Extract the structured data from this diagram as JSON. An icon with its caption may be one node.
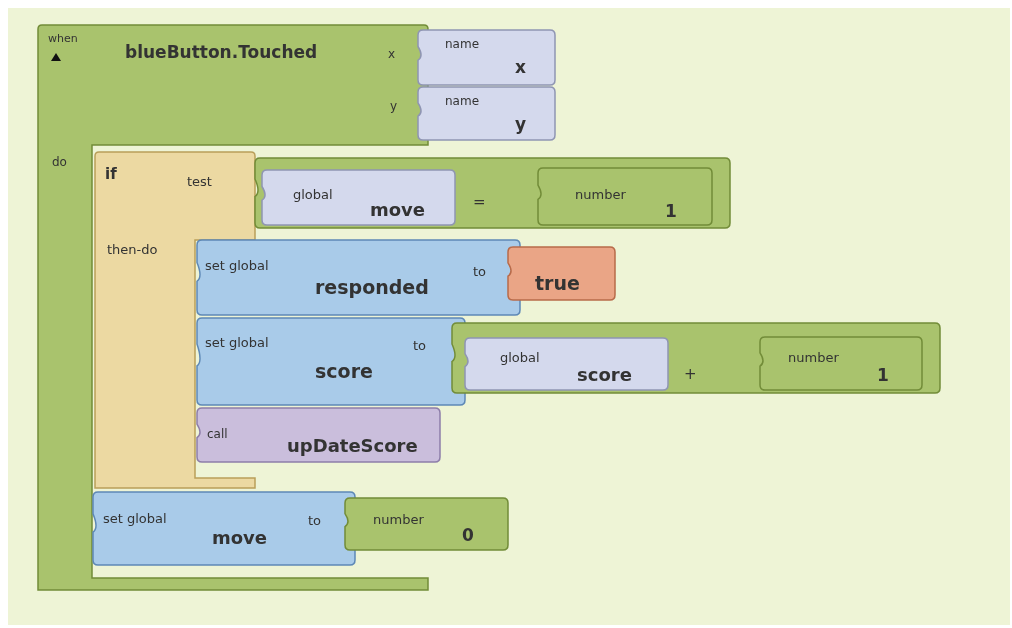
{
  "diagram": {
    "nodes": [
      {
        "text": [
          "when",
          "blueButton.Touched",
          "x",
          "y",
          "do"
        ]
      },
      {
        "text": [
          "name",
          "x"
        ]
      },
      {
        "text": [
          "name",
          "y"
        ]
      },
      {
        "text": [
          "if",
          "test",
          "then-do"
        ],
        "in": 0
      },
      {
        "text": [
          "="
        ]
      },
      {
        "text": [
          "global",
          "move"
        ],
        "in": 4
      },
      {
        "text": [
          "number",
          "1"
        ],
        "in": 4
      },
      {
        "text": [
          "set global",
          "responded",
          "to"
        ]
      },
      {
        "text": [
          "true"
        ]
      },
      {
        "text": [
          "set global",
          "score",
          "to"
        ]
      },
      {
        "text": [
          "+"
        ]
      },
      {
        "text": [
          "global",
          "score"
        ],
        "in": 10
      },
      {
        "text": [
          "number",
          "1"
        ],
        "in": 10
      },
      {
        "text": [
          "call",
          "upDateScore"
        ]
      },
      {
        "text": [
          "set global",
          "move",
          "to"
        ],
        "in": 0
      },
      {
        "text": [
          "number",
          "0"
        ]
      }
    ]
  }
}
